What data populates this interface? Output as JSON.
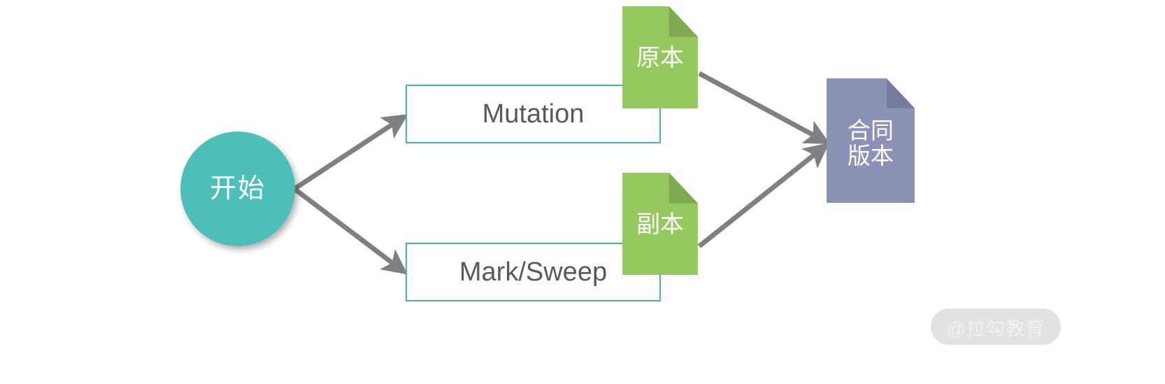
{
  "diagram": {
    "title": "GC Mutation and Mark/Sweep copy flow",
    "colors": {
      "start_fill": "#4BBFB8",
      "process_border": "#3FB6AE",
      "process_fill": "#FFFFFF",
      "process_text": "#595959",
      "document_green": "#95C85F",
      "document_green_fold": "#7FAA52",
      "document_purple": "#8C91B6",
      "document_purple_fold": "#767CA0",
      "connector": "#808080",
      "canvas": "#FFFFFF",
      "watermark_pill": "#E2E2E2",
      "watermark_text": "#F2F2F2"
    },
    "start": {
      "label": "开始",
      "shape": "circle"
    },
    "processes": [
      {
        "label": "Mutation",
        "shape": "rectangle"
      },
      {
        "label": "Mark/Sweep",
        "shape": "rectangle"
      }
    ],
    "documents": [
      {
        "label": "原本",
        "shape": "document",
        "color": "green"
      },
      {
        "label": "副本",
        "shape": "document",
        "color": "green"
      },
      {
        "label": "合同\n版本",
        "shape": "document",
        "color": "purple"
      }
    ],
    "connectors": [
      {
        "from": "开始",
        "to": "Mutation",
        "style": "arrow"
      },
      {
        "from": "开始",
        "to": "Mark/Sweep",
        "style": "arrow"
      },
      {
        "from": "原本",
        "to": "合同版本",
        "style": "arrow"
      },
      {
        "from": "副本",
        "to": "合同版本",
        "style": "arrow"
      }
    ]
  },
  "watermark": {
    "text": "@拉勾教育"
  }
}
